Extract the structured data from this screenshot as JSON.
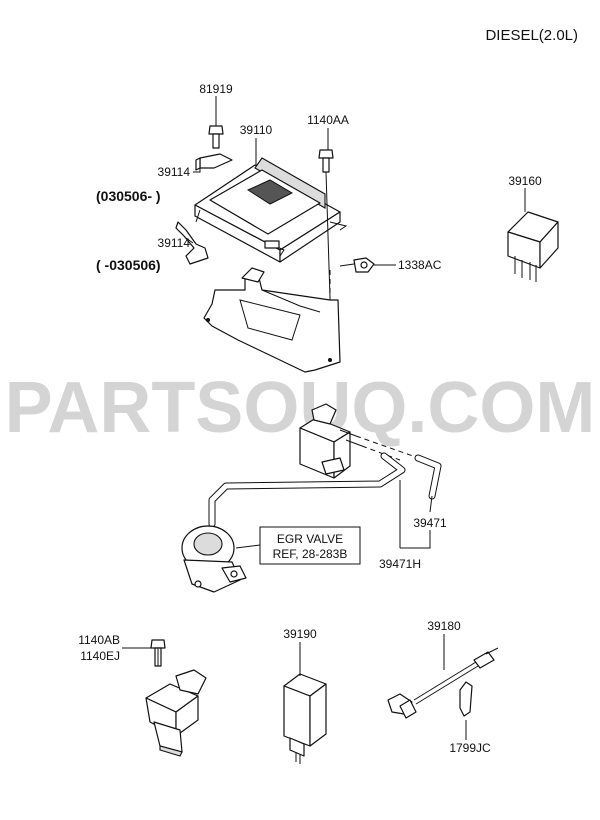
{
  "header": {
    "engine": "DIESEL(2.0L)"
  },
  "watermark": "PARTSOUQ.COM",
  "callouts": {
    "p81919": "81919",
    "p39110": "39110",
    "p1140AA": "1140AA",
    "p39114_a": "39114",
    "date_a": "(030506- )",
    "p39114_b": "39114",
    "date_b": "( -030506)",
    "p1338AC": "1338AC",
    "p39160": "39160",
    "egr_ref_line1": "EGR VALVE",
    "egr_ref_line2": "REF, 28-283B",
    "p39471": "39471",
    "p39471H": "39471H",
    "p1140AB": "1140AB",
    "p1140EJ": "1140EJ",
    "p39190": "39190",
    "p39180": "39180",
    "p1799JC": "1799JC"
  }
}
